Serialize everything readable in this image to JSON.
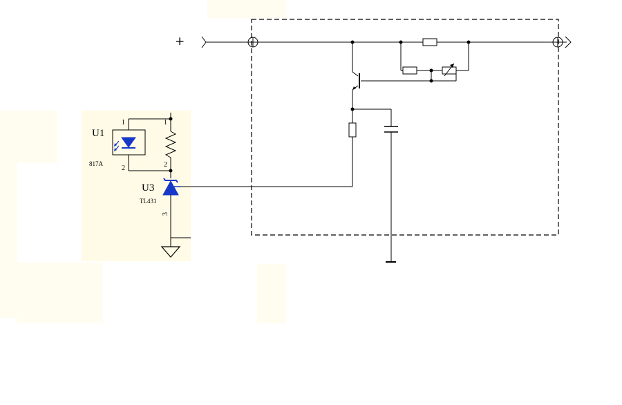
{
  "labels": {
    "plus_terminal": "+",
    "u1_ref": "U1",
    "u1_part": "817A",
    "u1_pin1": "1",
    "u1_pin2": "2",
    "r_pin1": "1",
    "r_pin2": "2",
    "u3_ref": "U3",
    "u3_part": "TL431",
    "u3_pin3": "3"
  },
  "colors": {
    "wire": "#000000",
    "component_blue": "#1538c8",
    "panel_yellow": "#fffbe6",
    "panel_yellow_light": "#fffdf0"
  }
}
